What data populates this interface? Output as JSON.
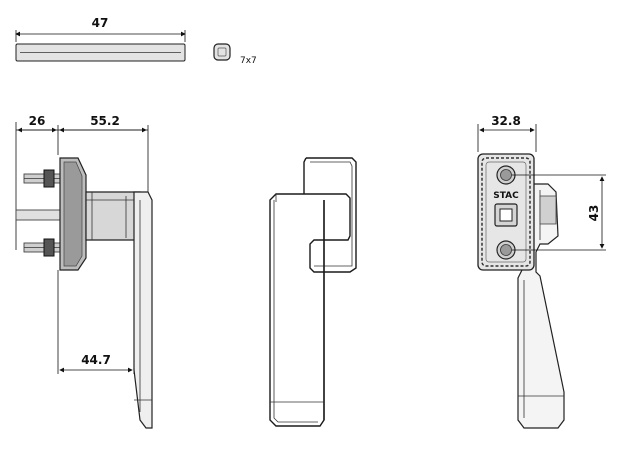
{
  "dimensions": {
    "spindle_length": "47",
    "spindle_section": "7x7",
    "base_depth": "26",
    "projection": "55.2",
    "lever_reach": "44.7",
    "rosette_width": "32.8",
    "fixing_centres": "43"
  },
  "brand_mark": "STAC"
}
